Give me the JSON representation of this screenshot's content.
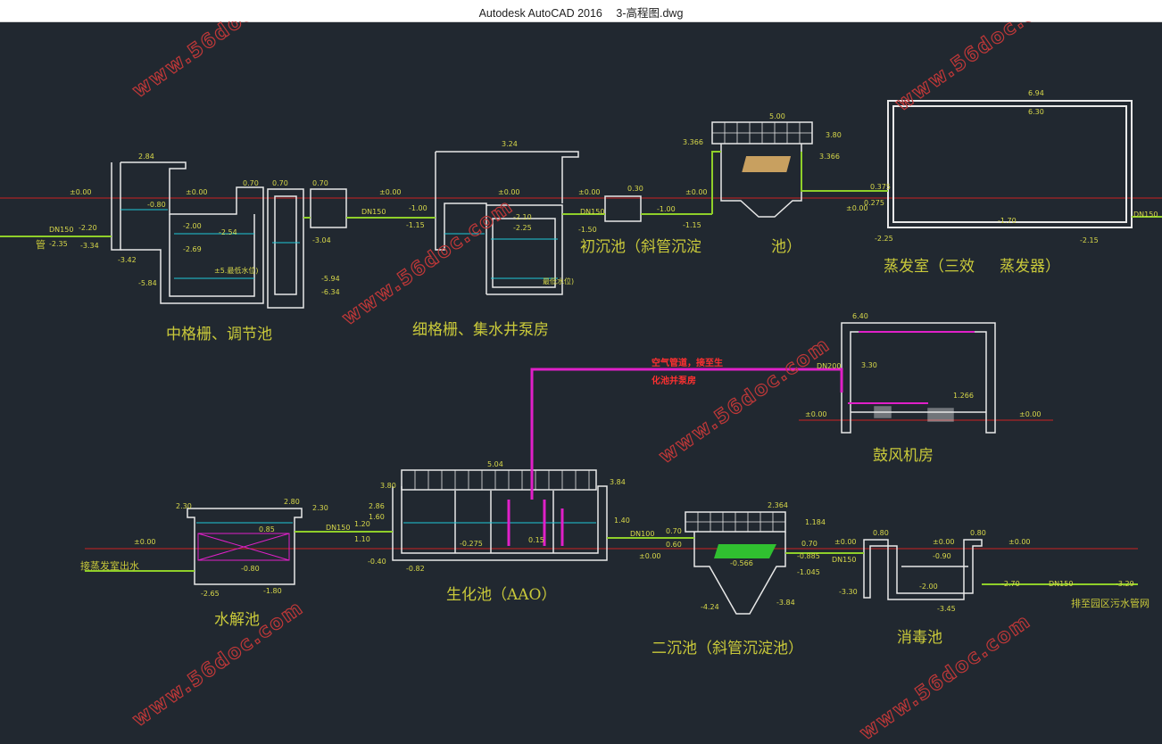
{
  "window": {
    "app": "Autodesk AutoCAD 2016",
    "file": "3-高程图.dwg"
  },
  "labels": {
    "zhonggeshan": "中格栅、调节池",
    "xigeshan": "细格栅、集水井泵房",
    "chuchenchi_a": "初沉池（斜管沉淀",
    "chuchenchi_b": "池）",
    "zhengfa_a": "蒸发室（三效",
    "zhengfa_b": "蒸发器）",
    "gufeng": "鼓风机房",
    "shuijie": "水解池",
    "shenghua": "生化池（AAO）",
    "erchen": "二沉池（斜管沉淀池）",
    "xiaodu": "消毒池",
    "inlet": "接蒸发室出水",
    "outlet": "排至园区污水管网",
    "air_pipe_1": "空气管道，接至生",
    "air_pipe_2": "化池并泵房",
    "pipe_left": "管",
    "sm_water_1": "±5.最低水位)",
    "sm_water_2": "最低水位)"
  },
  "elevations": {
    "e1": "±0.00",
    "e2": "DN150",
    "e3": "-2.20",
    "e4": "-2.35",
    "e5": "-3.34",
    "e6": "2.84",
    "e7": "-0.80",
    "e8": "-2.00",
    "e9": "-2.54",
    "e10": "-2.69",
    "e11": "-5.84",
    "e12": "-5.94",
    "e13": "-6.34",
    "e14": "0.70",
    "e15": "-3.04",
    "e16": "3.24",
    "e17": "-1.00",
    "e18": "-1.15",
    "e19": "-2.10",
    "e20": "-2.25",
    "e21": "0.30",
    "e22": "-1.50",
    "e23": "5.00",
    "e24": "3.80",
    "e25": "3.366",
    "e26": "6.94",
    "e27": "6.30",
    "e28": "-1.70",
    "e29": "-2.15",
    "e30": "0.375",
    "e31": "0.275",
    "e32": "DN200",
    "e33": "3.30",
    "e34": "1.266",
    "e35": "5.04",
    "e36": "3.84",
    "e37": "2.30",
    "e38": "2.80",
    "e39": "0.85",
    "e40": "-0.80",
    "e41": "-1.80",
    "e42": "-2.65",
    "e43": "1.20",
    "e44": "1.10",
    "e45": "DN100",
    "e46": "0.70",
    "e47": "0.60",
    "e48": "2.364",
    "e49": "-0.566",
    "e50": "-4.24",
    "e51": "-3.84",
    "e52": "0.80",
    "e53": "-0.90",
    "e54": "-2.00",
    "e55": "-3.45",
    "e56": "-2.70",
    "e57": "-3.29",
    "e58": "6.40",
    "e59": "-1.045",
    "e60": "-0.885",
    "e61": "1.184",
    "e62": "-0.275",
    "e63": "0.15",
    "e64": "-0.40",
    "e65": "-0.82",
    "e66": "2.86",
    "e67": "1.60",
    "e68": "1.40",
    "e69": "-3.30",
    "e70": "-3.42"
  },
  "watermark": "www.56doc.com",
  "colors": {
    "background": "#212830",
    "structure": "#e8e8e8",
    "water": "#20c8d8",
    "pipe": "#8fcf2a",
    "air": "#e020c8",
    "ground": "#cc2222",
    "label": "#c9c93a"
  }
}
